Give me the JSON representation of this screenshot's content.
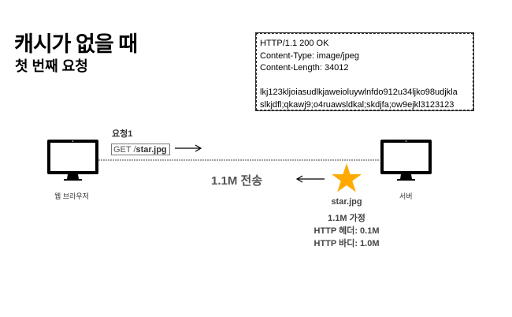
{
  "title": "캐시가 없을 때",
  "subtitle": "첫 번째 요청",
  "response": {
    "lines": [
      "HTTP/1.1 200 OK",
      "Content-Type: image/jpeg",
      "Content-Length: 34012",
      "",
      "lkj123kljoiasudlkjaweioluywlnfdo912u34ljko98udjkla",
      "slkjdfl;qkawj9;o4ruawsldkal;skdjfa;ow9ejkl3123123"
    ]
  },
  "client": {
    "label": "웹 브라우저"
  },
  "server": {
    "label": "서버"
  },
  "request": {
    "label": "요청1",
    "method": "GET /",
    "path": "star.jpg"
  },
  "transfer_label": "1.1M 전송",
  "resource": {
    "name": "star.jpg",
    "size": "1.1M 가정",
    "header": "HTTP 헤더: 0.1M",
    "body": "HTTP 바디: 1.0M",
    "color": "#FFAA00"
  }
}
